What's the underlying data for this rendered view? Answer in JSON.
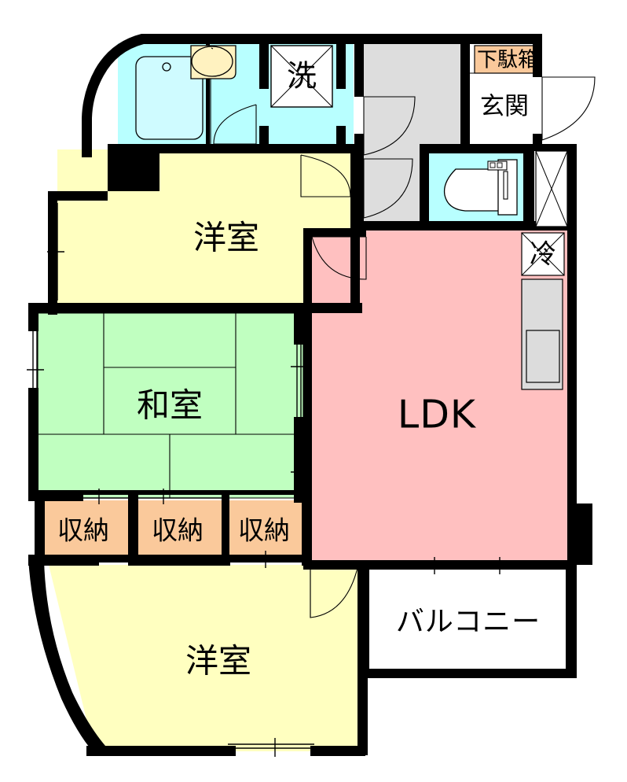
{
  "document": {
    "kind": "japanese-floor-plan",
    "layout_code": "3LDK"
  },
  "palette": {
    "wall": "#000000",
    "western_room": "#FFFFC0",
    "japanese_room": "#C0FFC0",
    "ldk": "#FFC0C0",
    "water_area": "#B8FFFF",
    "closet": "#FAC99B",
    "corridor": "#DDDDDD",
    "white": "#FFFFFF",
    "appliance_gray": "#DCDCDC",
    "tub_inner": "#CFFBFF",
    "sink_yellow": "#FFF2C0"
  },
  "rooms": [
    {
      "id": "bath",
      "label": "",
      "color_key": "water_area"
    },
    {
      "id": "washroom",
      "label": "洗",
      "color_key": "water_area"
    },
    {
      "id": "corridor",
      "label": "",
      "color_key": "corridor"
    },
    {
      "id": "shoe_box",
      "label": "下駄箱",
      "color_key": "closet"
    },
    {
      "id": "entrance",
      "label": "玄関",
      "color_key": "white"
    },
    {
      "id": "toilet",
      "label": "",
      "color_key": "water_area"
    },
    {
      "id": "pipe_shaft",
      "label": "",
      "color_key": "white"
    },
    {
      "id": "fridge",
      "label": "冷",
      "color_key": "white"
    },
    {
      "id": "kitchen_top",
      "label": "",
      "color_key": "appliance_gray"
    },
    {
      "id": "western_1",
      "label": "洋室",
      "color_key": "western_room"
    },
    {
      "id": "japanese",
      "label": "和室",
      "color_key": "japanese_room"
    },
    {
      "id": "ldk",
      "label": "LDK",
      "color_key": "ldk"
    },
    {
      "id": "closet_1",
      "label": "収納",
      "color_key": "closet"
    },
    {
      "id": "closet_2",
      "label": "収納",
      "color_key": "closet"
    },
    {
      "id": "closet_3",
      "label": "収納",
      "color_key": "closet"
    },
    {
      "id": "western_2",
      "label": "洋室",
      "color_key": "western_room"
    },
    {
      "id": "balcony",
      "label": "バルコニー",
      "color_key": "white"
    }
  ],
  "labels": {
    "washroom": "洗",
    "shoe_box": "下駄箱",
    "entrance": "玄関",
    "fridge": "冷",
    "western_room_top": "洋室",
    "japanese_room": "和室",
    "ldk": "LDK",
    "closet_left": "収納",
    "closet_mid": "収納",
    "closet_right": "収納",
    "western_room_bottom": "洋室",
    "balcony": "バルコニー"
  },
  "fixtures": [
    {
      "id": "bathtub",
      "name": "bathtub-fixture"
    },
    {
      "id": "vanity-sink",
      "name": "vanity-sink-fixture"
    },
    {
      "id": "toilet-bowl",
      "name": "toilet-fixture"
    },
    {
      "id": "kitchen-counter",
      "name": "kitchen-counter-fixture"
    },
    {
      "id": "refrigerator",
      "name": "refrigerator-space"
    },
    {
      "id": "meter-box",
      "name": "pipe-shaft-box"
    }
  ],
  "doors": [
    {
      "id": "entrance-door",
      "type": "swing"
    },
    {
      "id": "entrance-hall-door",
      "type": "swing"
    },
    {
      "id": "bath-door",
      "type": "swing"
    },
    {
      "id": "washroom-door",
      "type": "swing"
    },
    {
      "id": "toilet-door",
      "type": "swing"
    },
    {
      "id": "western1-door",
      "type": "swing"
    },
    {
      "id": "ldk-door",
      "type": "swing"
    },
    {
      "id": "western2-door",
      "type": "swing"
    }
  ],
  "windows": [
    {
      "id": "window-west-upper"
    },
    {
      "id": "window-west-japanese"
    },
    {
      "id": "window-ldk-east"
    },
    {
      "id": "window-balcony-north"
    },
    {
      "id": "window-balcony-south"
    },
    {
      "id": "window-western2-south"
    },
    {
      "id": "window-japanese-east"
    }
  ]
}
